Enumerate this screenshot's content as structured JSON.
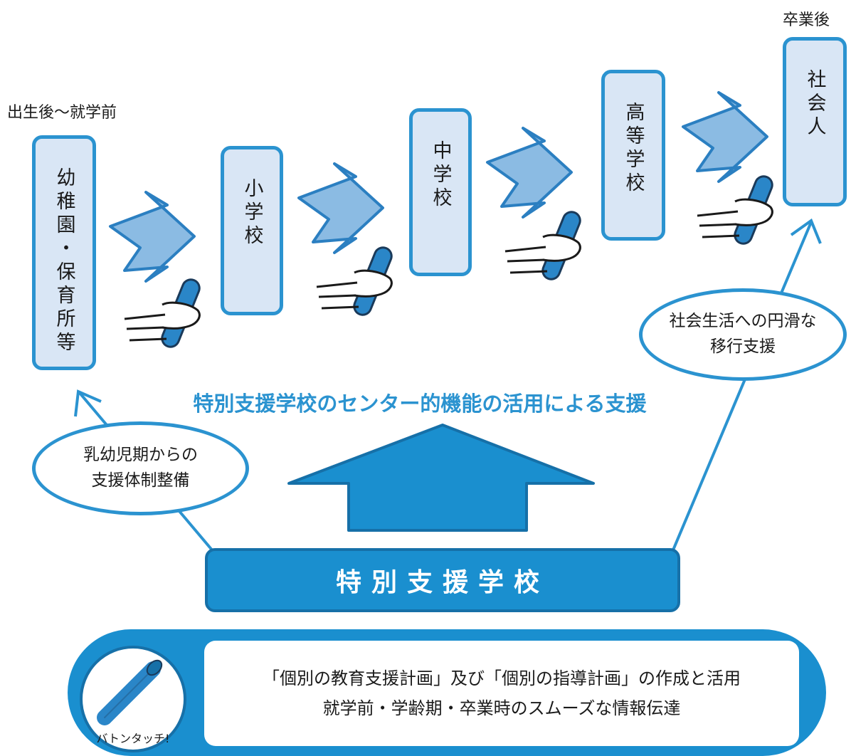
{
  "stages": [
    {
      "id": "kindergarten",
      "label": "幼稚園・保育所等",
      "top_label": "出生後～就学前"
    },
    {
      "id": "elementary",
      "label": "小学校"
    },
    {
      "id": "junior-high",
      "label": "中学校"
    },
    {
      "id": "high-school",
      "label": "高等学校"
    },
    {
      "id": "society",
      "label": "社会人",
      "top_label": "卒業後"
    }
  ],
  "ellipses": {
    "infant_support": "乳幼児期からの\n支援体制整備",
    "transition_support": "社会生活への円滑な\n移行支援"
  },
  "center_caption": "特別支援学校のセンター的機能の活用による支援",
  "main_school": "特別支援学校",
  "bottom": {
    "line1": "「個別の教育支援計画」及び「個別の指導計画」の作成と活用",
    "line2": "就学前・学齢期・卒業時のスムーズな情報伝達",
    "baton_label": "バトンタッチ!"
  },
  "colors": {
    "accent": "#2b93d0",
    "box_fill": "#d9e6f5",
    "arrow_fill": "#8bbbe3",
    "arrow_stroke": "#2b7fc1",
    "main": "#1a8fcf",
    "baton": "#2a86c8"
  }
}
